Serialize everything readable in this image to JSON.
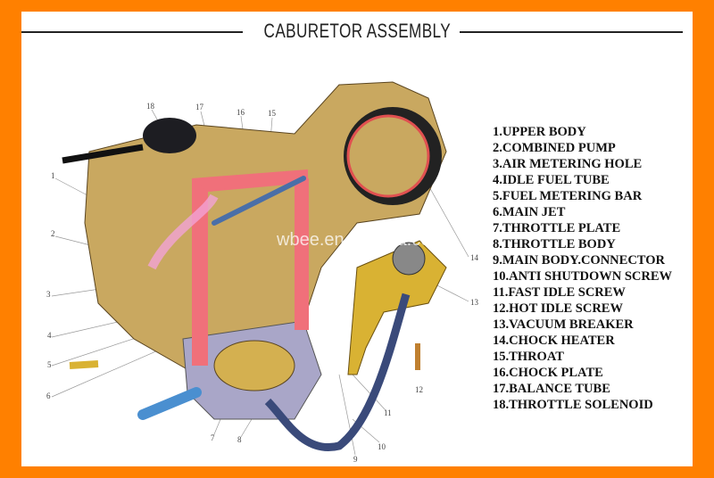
{
  "title": "CABURETOR ASSEMBLY",
  "watermark": "wbee.en.alibaba.com",
  "colors": {
    "frame": "#ff8000",
    "body": "#c9a860",
    "section": "#f0707a",
    "tube": "#4a6fa8"
  },
  "parts": [
    "1.UPPER BODY",
    "2.COMBINED PUMP",
    "3.AIR METERING HOLE",
    "4.IDLE FUEL TUBE",
    "5.FUEL METERING BAR",
    "6.MAIN JET",
    "7.THROTTLE PLATE",
    "8.THROTTLE BODY",
    "9.MAIN BODY.CONNECTOR",
    "10.ANTI SHUTDOWN SCREW",
    "11.FAST IDLE SCREW",
    "12.HOT IDLE SCREW",
    "13.VACUUM BREAKER",
    "14.CHOCK HEATER",
    "15.THROAT",
    "16.CHOCK PLATE",
    "17.BALANCE TUBE",
    "18.THROTTLE SOLENOID"
  ],
  "callouts": [
    "1",
    "2",
    "3",
    "4",
    "5",
    "6",
    "7",
    "8",
    "9",
    "10",
    "11",
    "12",
    "13",
    "14",
    "15",
    "16",
    "17",
    "18"
  ]
}
